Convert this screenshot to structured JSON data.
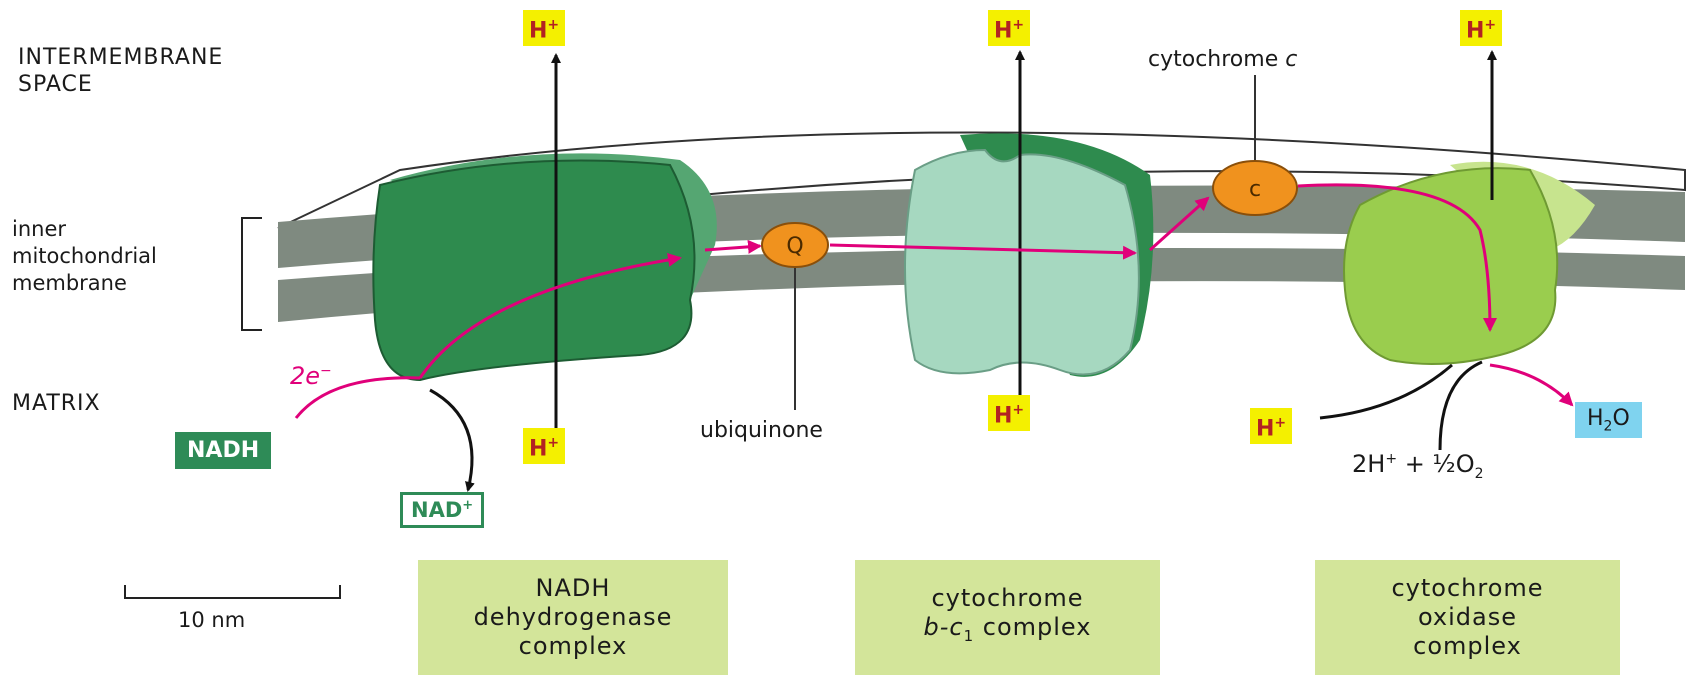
{
  "labels": {
    "intermembrane_line1": "INTERMEMBRANE",
    "intermembrane_line2": "SPACE",
    "membrane_line1": "inner",
    "membrane_line2": "mitochondrial",
    "membrane_line3": "membrane",
    "matrix": "MATRIX",
    "two_e": "2e",
    "two_e_sup": "−",
    "ubiquinone": "ubiquinone",
    "cytochrome_c_prefix": "cytochrome",
    "cytochrome_c_letter": "c",
    "q_symbol": "Q",
    "c_symbol": "c",
    "scale": "10 nm"
  },
  "h_plus": {
    "text": "H",
    "sup": "+"
  },
  "species": {
    "nadh": "NADH",
    "nad_base": "NAD",
    "nad_sup": "+",
    "h2o_h": "H",
    "h2o_sub": "2",
    "h2o_o": "O",
    "reaction_a": "2H",
    "reaction_a_sup": "+",
    "reaction_b": " + ½O",
    "reaction_b_sub": "2"
  },
  "complexes": [
    {
      "line1": "NADH",
      "line2": "dehydrogenase",
      "line3": "complex"
    },
    {
      "line1": "cytochrome",
      "line2a": "b-c",
      "line2sub": "1",
      "line2b": " complex"
    },
    {
      "line1": "cytochrome",
      "line2": "oxidase",
      "line3": "complex"
    }
  ],
  "colors": {
    "complex1": "#2e8b4e",
    "complex2": "#a6d8c0",
    "complex3": "#9acd4e",
    "membrane": "#7f8a80",
    "electron_path": "#e0007a",
    "carrier": "#f0921e",
    "h_plus_bg": "#f4f000"
  }
}
